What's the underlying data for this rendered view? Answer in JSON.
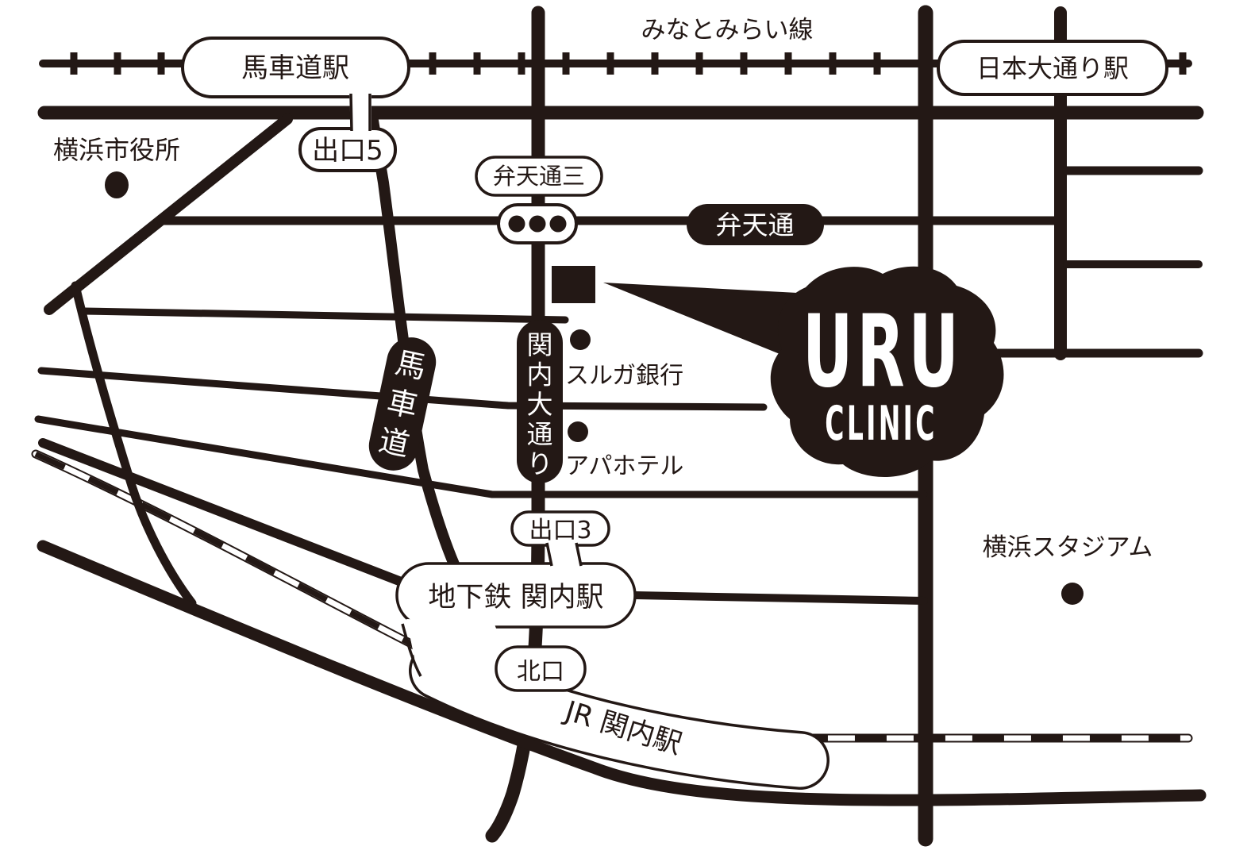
{
  "colors": {
    "ink": "#231815",
    "bg": "#ffffff"
  },
  "railways": {
    "minatomirai_line_label": "みなとみらい線"
  },
  "stations": {
    "bashamichi": "馬車道駅",
    "nihon_odori": "日本大通り駅",
    "subway_kannai": "地下鉄 関内駅",
    "jr_kannai": "JR 関内駅"
  },
  "exits": {
    "exit5": "出口5",
    "exit3": "出口3",
    "north_exit": "北口"
  },
  "streets": {
    "bentendori": "弁天通",
    "bashamichi_street": "馬車道",
    "kannai_odori": "関内大通り"
  },
  "intersections": {
    "bentendori_3": "弁天通三"
  },
  "landmarks": {
    "city_hall": "横浜市役所",
    "suruga_bank": "スルガ銀行",
    "apa_hotel": "アパホテル",
    "stadium": "横浜スタジアム"
  },
  "clinic": {
    "name": "URU",
    "subtitle": "CLINIC"
  }
}
